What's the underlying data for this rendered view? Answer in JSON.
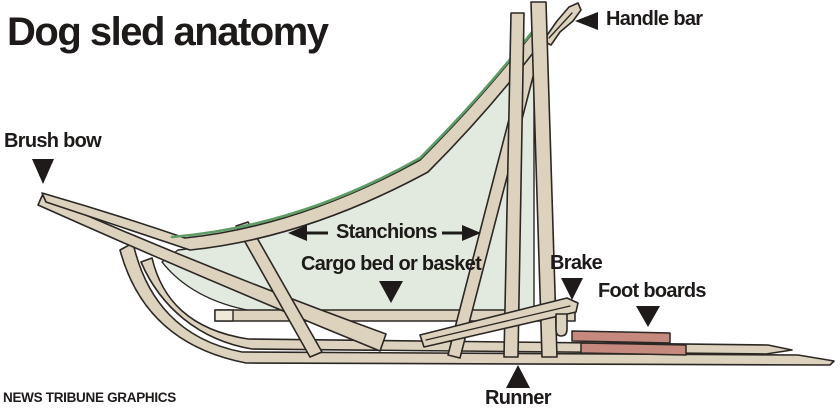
{
  "title": "Dog sled anatomy",
  "credit": "NEWS TRIBUNE GRAPHICS",
  "diagram": {
    "subject": "Dog sled",
    "labels": {
      "handle_bar": "Handle bar",
      "brush_bow": "Brush bow",
      "stanchions": "Stanchions",
      "cargo_bed": "Cargo bed or basket",
      "brake": "Brake",
      "foot_boards": "Foot boards",
      "runner": "Runner"
    }
  },
  "colors": {
    "background": "#ffffff",
    "wood": "#ddd2bd",
    "wood_light": "#efe9da",
    "outline": "#2b2724",
    "basket": "#e2eae0",
    "trim_green": "#5f9c66",
    "foot_board": "#c5897d",
    "text": "#1d1a19"
  }
}
